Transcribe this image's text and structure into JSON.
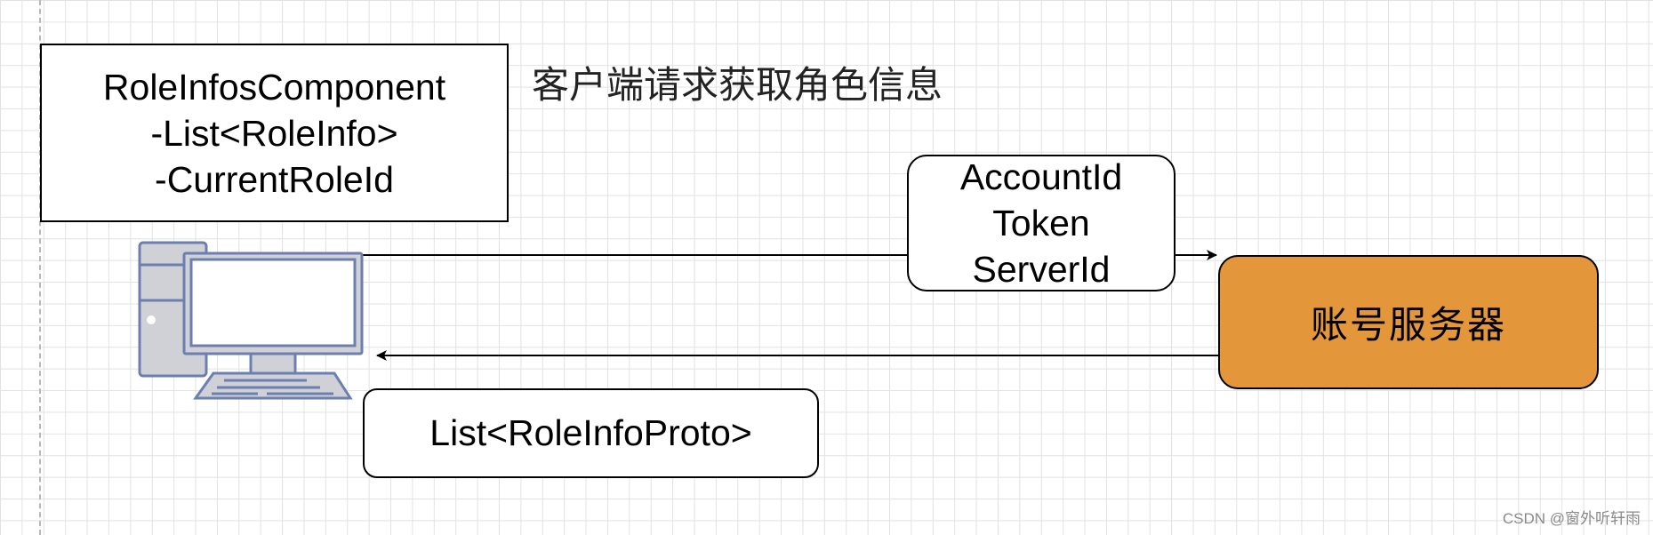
{
  "caption": "客户端请求获取角色信息",
  "component_box": {
    "lines": [
      "RoleInfosComponent",
      "-List<RoleInfo>",
      "-CurrentRoleId"
    ]
  },
  "request_box": {
    "lines": [
      "AccountId",
      "Token",
      "ServerId"
    ]
  },
  "server_box": {
    "label": "账号服务器",
    "fill": "#e3963a"
  },
  "response_box": {
    "label": "List<RoleInfoProto>"
  },
  "client_icon": {
    "icon": "desktop-computer-icon",
    "color": "#6c7fb0"
  },
  "watermark": "CSDN @窗外听轩雨",
  "grid_color": "#e2e2e2"
}
